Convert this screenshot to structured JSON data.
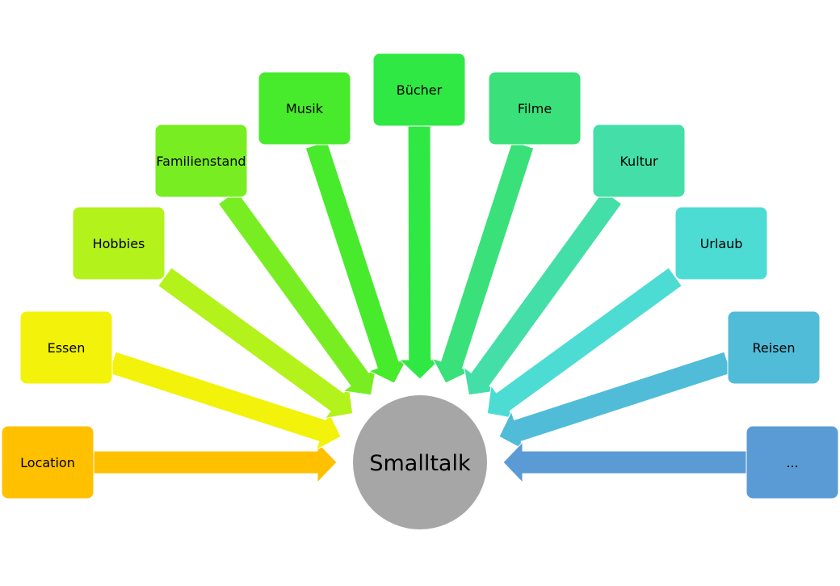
{
  "center": {
    "label": "Smalltalk",
    "color": "#a6a6a6"
  },
  "topics": [
    {
      "label": "Location",
      "color": "#ffc000"
    },
    {
      "label": "Essen",
      "color": "#f2f20a"
    },
    {
      "label": "Hobbies",
      "color": "#b3f21a"
    },
    {
      "label": "Familienstand",
      "color": "#78ee22"
    },
    {
      "label": "Musik",
      "color": "#48ea2c"
    },
    {
      "label": "Bücher",
      "color": "#30e844"
    },
    {
      "label": "Filme",
      "color": "#3ae07a"
    },
    {
      "label": "Kultur",
      "color": "#44dea8"
    },
    {
      "label": "Urlaub",
      "color": "#4cdcd4"
    },
    {
      "label": "Reisen",
      "color": "#50bcd8"
    },
    {
      "label": "...",
      "color": "#5b9bd5"
    }
  ]
}
